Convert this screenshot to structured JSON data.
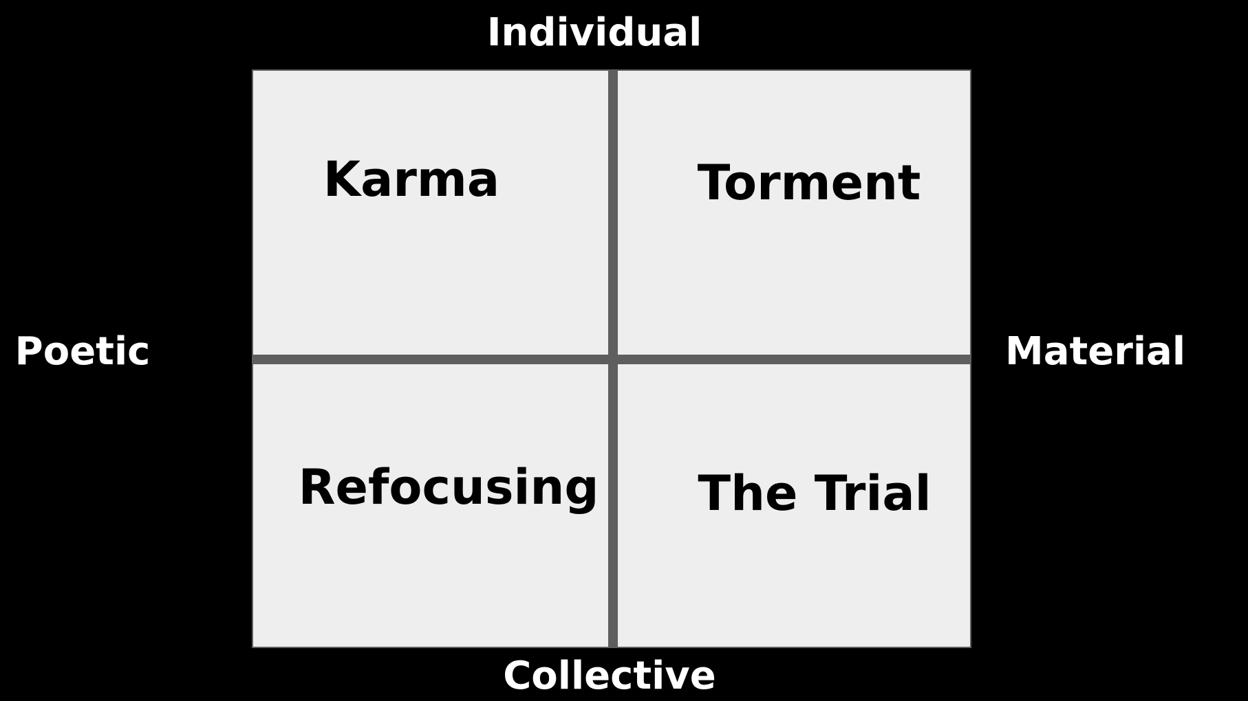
{
  "axes": {
    "top": "Individual",
    "bottom": "Collective",
    "left": "Poetic",
    "right": "Material"
  },
  "quadrants": {
    "top_left": "Karma",
    "top_right": "Torment",
    "bottom_left": "Refocusing",
    "bottom_right": "The Trial"
  },
  "colors": {
    "background": "#000000",
    "axis_text": "#ffffff",
    "quadrant_fill": "#eeeeee",
    "divider": "#5e5e5e",
    "quadrant_text": "#000000"
  }
}
